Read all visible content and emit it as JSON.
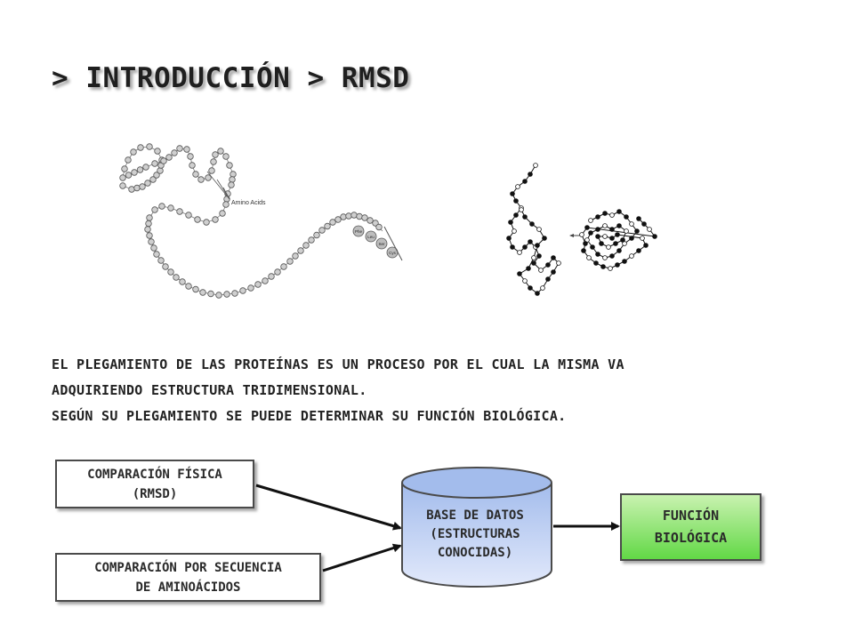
{
  "slide": {
    "title": "> INTRODUCCIÓN > RMSD"
  },
  "figure": {
    "amino_label": "Amino Acids",
    "residues": [
      "Phe",
      "Leu",
      "Ser",
      "Cys"
    ]
  },
  "paragraph": {
    "line1": "EL PLEGAMIENTO DE LAS PROTEÍNAS ES UN PROCESO POR EL CUAL LA MISMA VA",
    "line2": "ADQUIRIENDO ESTRUCTURA TRIDIMENSIONAL.",
    "line3": "SEGÚN SU PLEGAMIENTO SE PUEDE DETERMINAR SU FUNCIÓN BIOLÓGICA."
  },
  "flow": {
    "input_physical": "COMPARACIÓN FÍSICA\n(RMSD)",
    "input_sequence": "COMPARACIÓN POR SECUENCIA\nDE AMINOÁCIDOS",
    "database": "BASE DE DATOS\n(ESTRUCTURAS\nCONOCIDAS)",
    "output": "FUNCIÓN\nBIOLÓGICA"
  },
  "colors": {
    "db_top": "#a3bcec",
    "db_bottom": "#e2e9fb",
    "output_top": "#c9f2b0",
    "output_bottom": "#62d846",
    "border": "#4a4a4a"
  }
}
